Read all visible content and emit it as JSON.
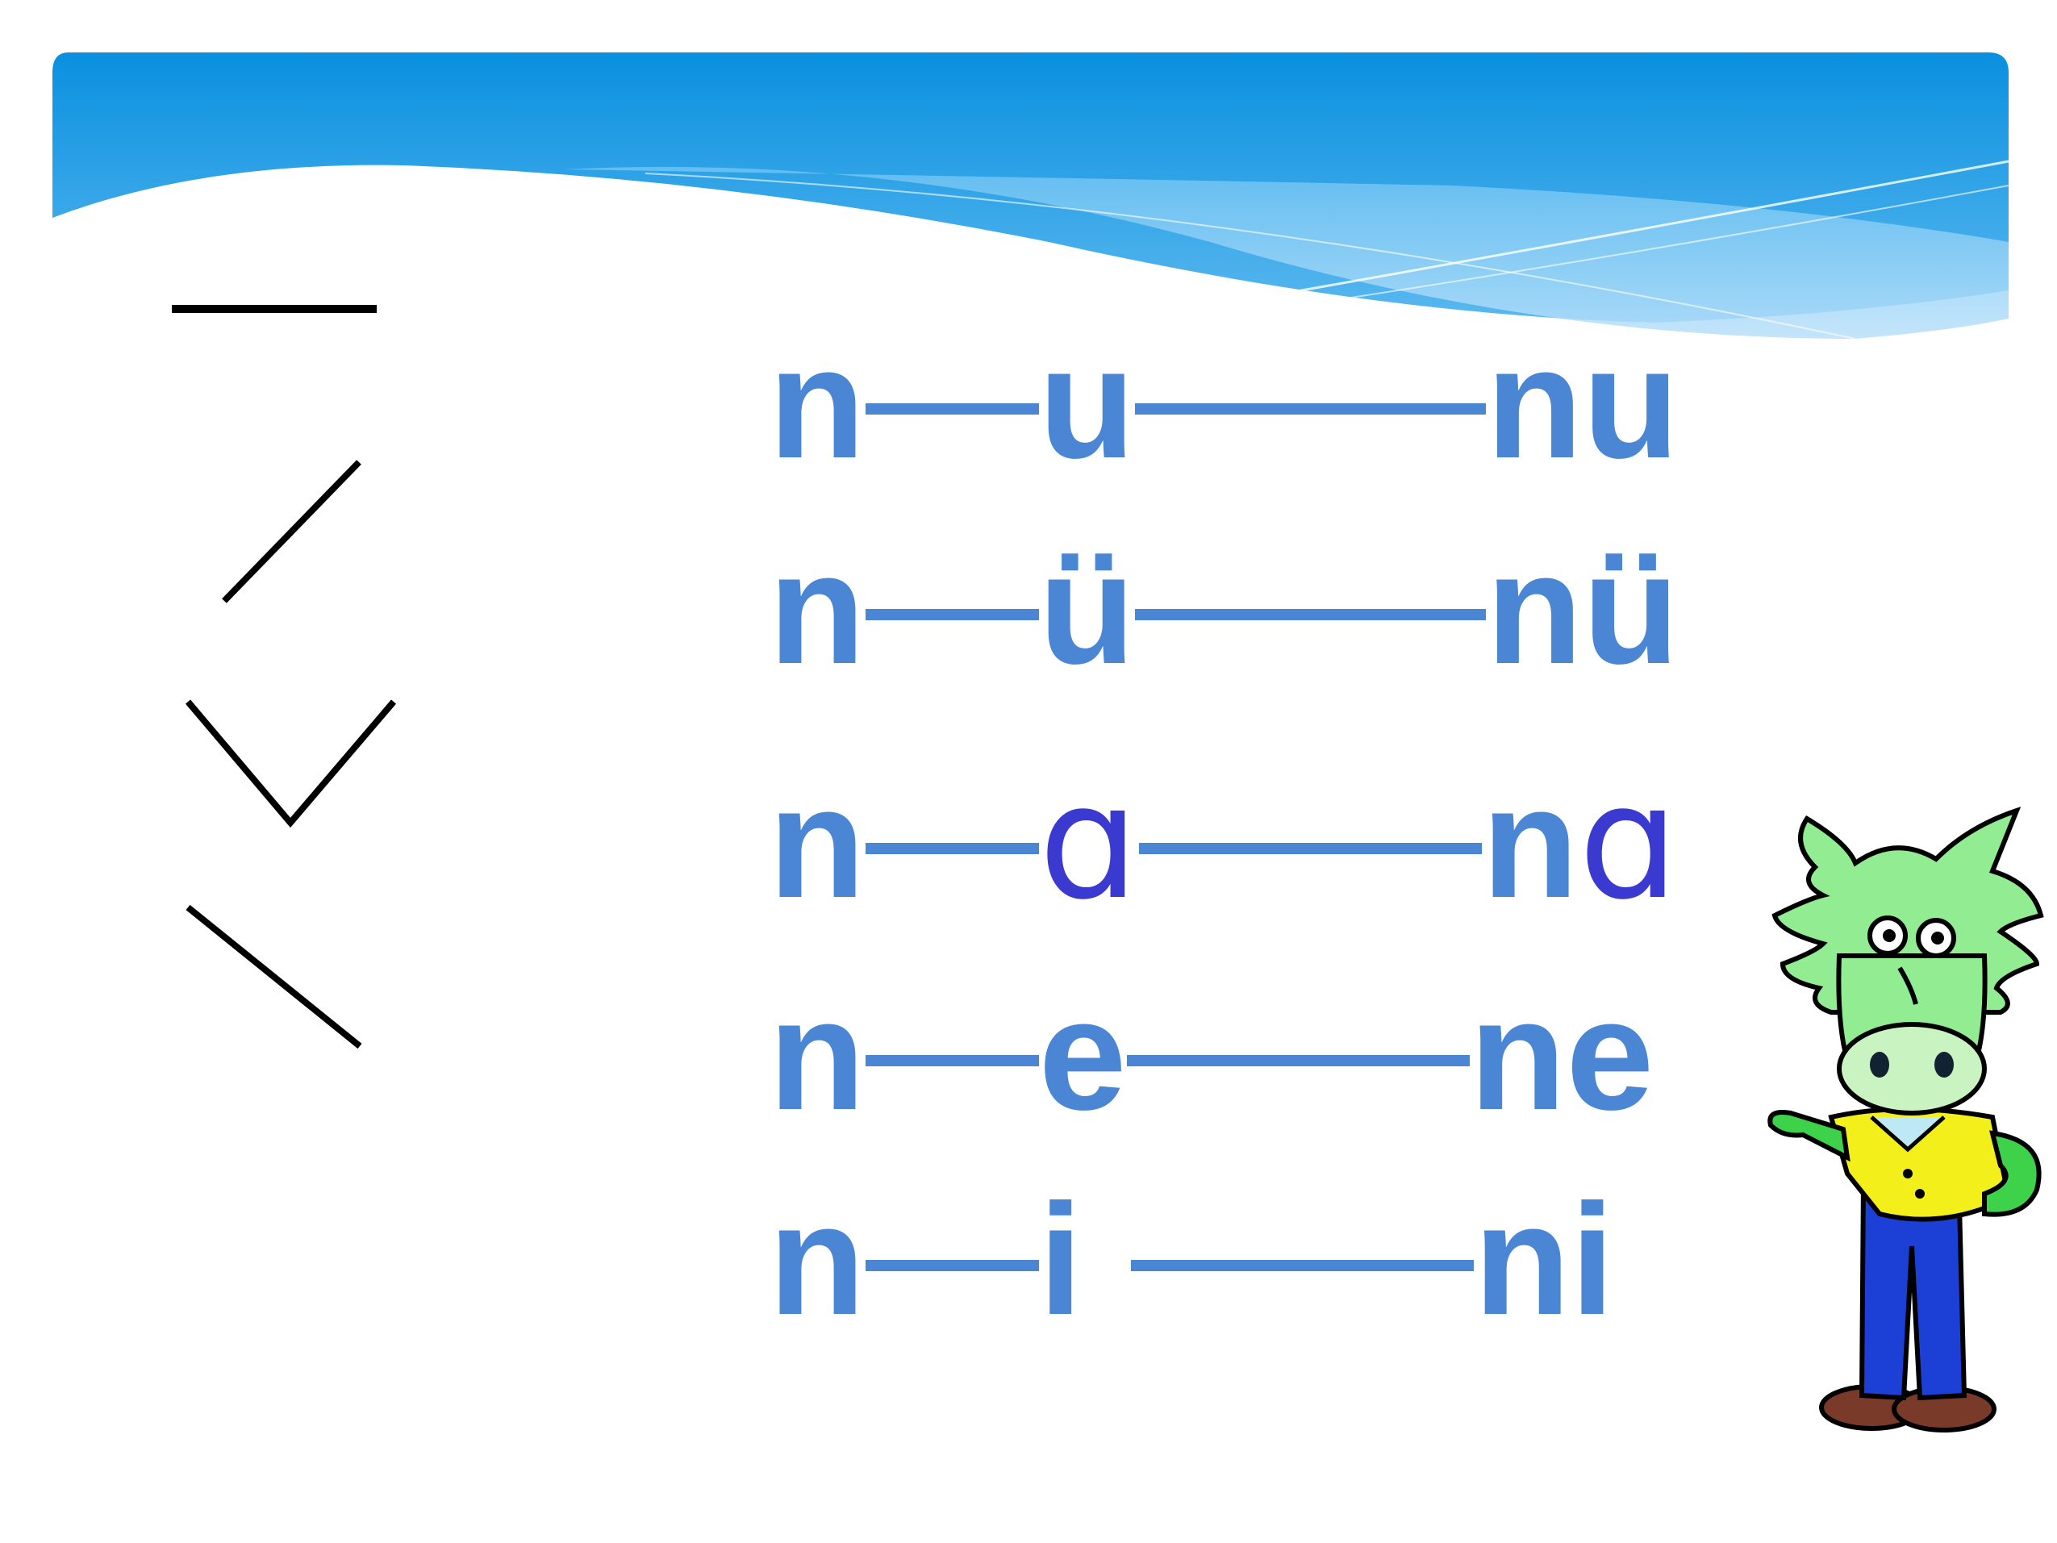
{
  "colors": {
    "pinyin_text": "#4a86d4",
    "alpha_vowel": "#3a3ad0",
    "banner_top": "#0e95e0",
    "banner_bottom": "#a8d8f8",
    "tone_marks": "#000000"
  },
  "tone_marks": [
    {
      "name": "first-tone-icon"
    },
    {
      "name": "second-tone-icon"
    },
    {
      "name": "third-tone-icon"
    },
    {
      "name": "fourth-tone-icon"
    }
  ],
  "rows": [
    {
      "initial": "n",
      "vowel": "u",
      "result": "nu",
      "alpha": false
    },
    {
      "initial": "n",
      "vowel": "ü",
      "result": "nü",
      "alpha": false
    },
    {
      "initial": "n",
      "vowel": "ɑ",
      "result": "nɑ",
      "alpha": true
    },
    {
      "initial": "n",
      "vowel": "e",
      "result": "ne",
      "alpha": false
    },
    {
      "initial": "n",
      "vowel": "i",
      "result": "ni",
      "alpha": false
    }
  ],
  "mascot": {
    "icon": "green-dragon-mascot-icon"
  }
}
